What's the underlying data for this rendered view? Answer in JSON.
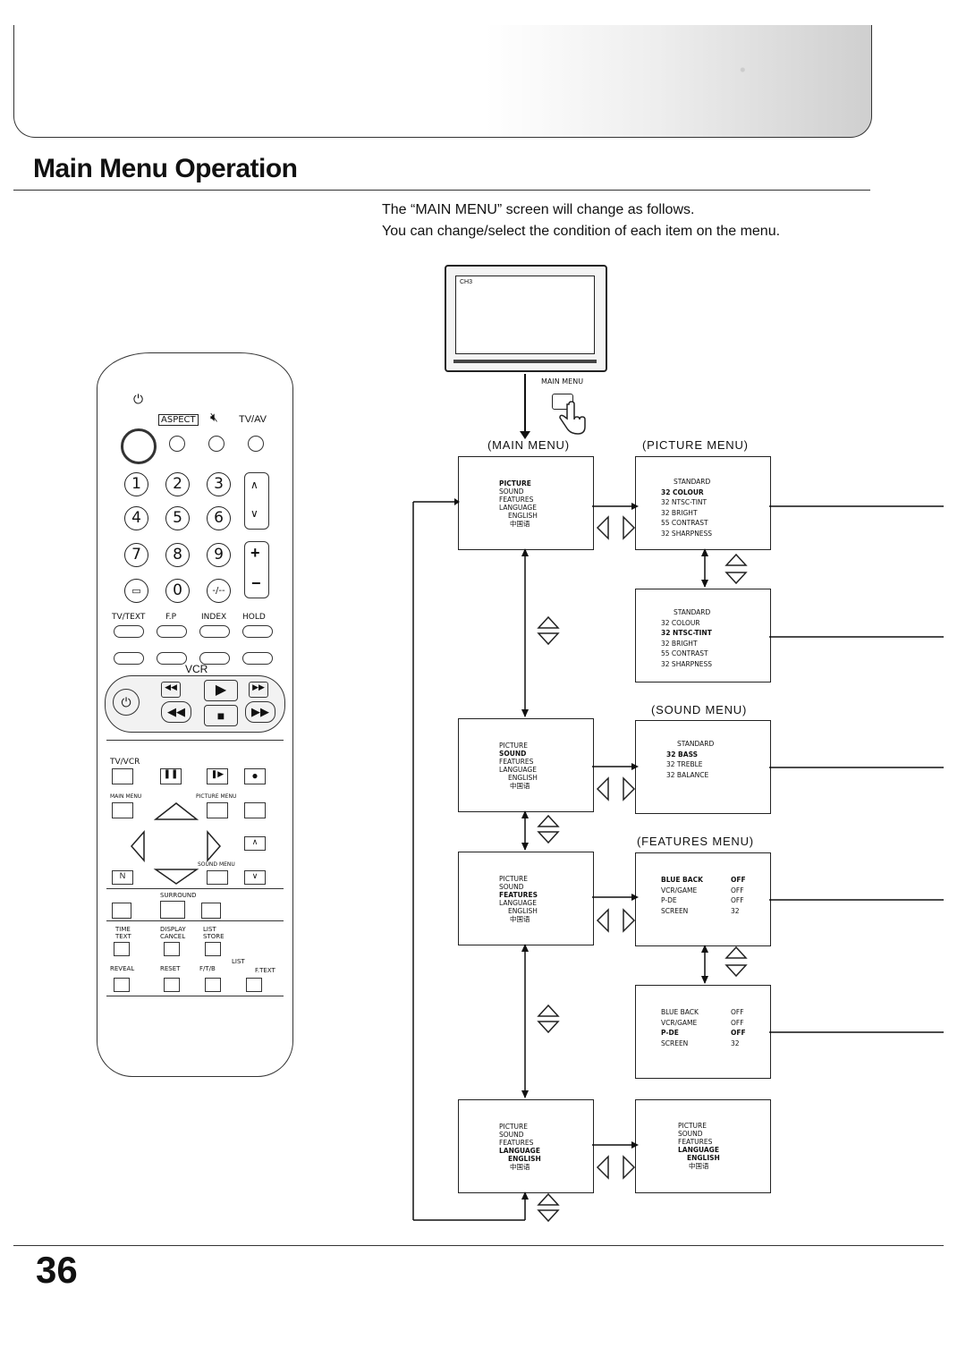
{
  "title": "Main Menu Operation",
  "intro": {
    "line1": "The “MAIN MENU” screen will change as follows.",
    "line2": "You can change/select the condition of each item on the menu."
  },
  "tv": {
    "channel": "CH3",
    "button_label": "MAIN MENU"
  },
  "headings": {
    "main": "(MAIN MENU)",
    "picture": "(PICTURE MENU)",
    "sound": "(SOUND MENU)",
    "features": "(FEATURES MENU)"
  },
  "main_menu_items": [
    "PICTURE",
    "SOUND",
    "FEATURES",
    "LANGUAGE",
    "ENGLISH",
    "中国语"
  ],
  "picture_menu": {
    "mode": "STANDARD",
    "rows": [
      "32  COLOUR",
      "32  NTSC-TINT",
      "32  BRIGHT",
      "55  CONTRAST",
      "32  SHARPNESS"
    ]
  },
  "sound_menu": {
    "mode": "STANDARD",
    "rows": [
      "32  BASS",
      "32  TREBLE",
      "32  BALANCE"
    ]
  },
  "features_menu": {
    "rows": [
      {
        "label": "BLUE BACK",
        "value": "OFF"
      },
      {
        "label": "VCR/GAME",
        "value": "OFF"
      },
      {
        "label": "P-DE",
        "value": "OFF"
      },
      {
        "label": "SCREEN",
        "value": "32"
      }
    ]
  },
  "remote": {
    "aspect": "ASPECT",
    "tvav": "TV/AV",
    "digits": [
      "1",
      "2",
      "3",
      "4",
      "5",
      "6",
      "7",
      "8",
      "9",
      "0"
    ],
    "labels_row": [
      "TV/TEXT",
      "F.P",
      "INDEX",
      "HOLD"
    ],
    "vcr": "VCR",
    "tvvcr": "TV/VCR",
    "main_menu": "MAIN MENU",
    "picture_menu": "PICTURE MENU",
    "sound_menu": "SOUND MENU",
    "n": "N",
    "surround": "SURROUND",
    "lower_labels": [
      "TIME",
      "TEXT",
      "DISPLAY",
      "CANCEL",
      "LIST",
      "STORE",
      "REVEAL",
      "RESET",
      "F/T/B",
      "LIST",
      "F.TEXT"
    ]
  },
  "page_number": "36"
}
